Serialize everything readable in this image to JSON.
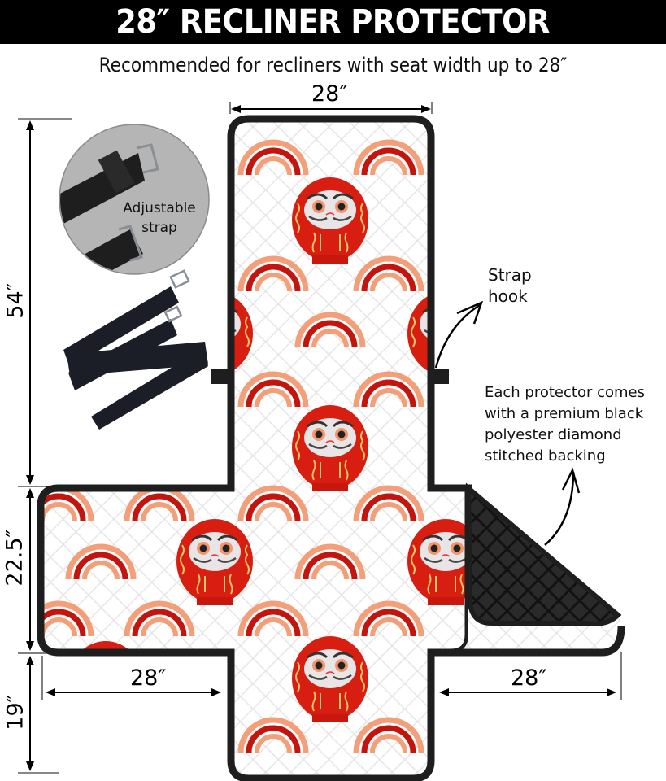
{
  "header": {
    "title": "28″ RECLINER PROTECTOR"
  },
  "subtitle": "Recommended for recliners with seat width up to 28″",
  "dimensions": {
    "top_width": "28″",
    "back_length": "54″",
    "seat_depth": "22.5″",
    "footrest_length": "19″",
    "left_arm_width": "28″",
    "right_arm_width": "28″"
  },
  "callouts": {
    "strap_image_label_line1": "Adjustable",
    "strap_image_label_line2": "strap",
    "strap_hook_line1": "Strap",
    "strap_hook_line2": "hook",
    "backing_lines": [
      "Each protector comes",
      "with a premium black",
      "polyester diamond",
      "stitched backing"
    ]
  },
  "colors": {
    "header_bg": "#000000",
    "border": "#1e1e1e",
    "daruma_red": "#d81e10",
    "arc_dark_red": "#c4140e",
    "arc_salmon": "#f2956a",
    "daruma_gold": "#e8c46a",
    "quilt_bg": "#f2f2f2",
    "backing": "#1a1a1a",
    "strap_circle": "#b5b5b5"
  },
  "icons": [
    "strap-hook-arrow-icon",
    "backing-arrow-icon",
    "dimension-arrow-icon",
    "daruma-doll-icon",
    "rainbow-arc-icon",
    "adjustable-strap-icon"
  ]
}
